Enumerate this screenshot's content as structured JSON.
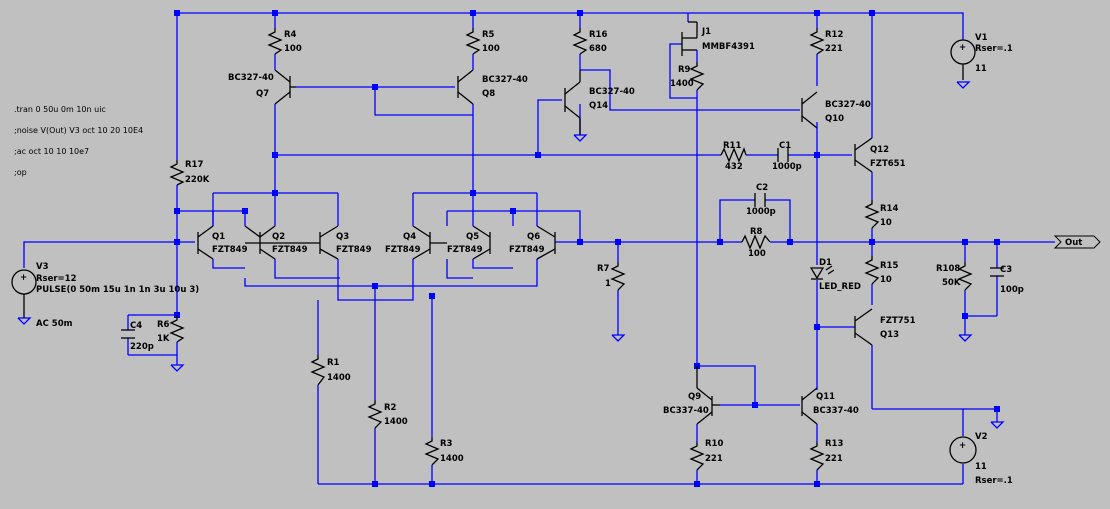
{
  "directives": [
    ".tran 0 50u 0m 10n uic",
    ";noise V(Out) V3 oct 10 20 10E4",
    ";ac oct 10 10 10e7",
    ";op"
  ],
  "components": {
    "R4": {
      "name": "R4",
      "value": "100"
    },
    "R5": {
      "name": "R5",
      "value": "100"
    },
    "R16": {
      "name": "R16",
      "value": "680"
    },
    "J1": {
      "name": "J1",
      "value": "MMBF4391"
    },
    "R9": {
      "name": "R9",
      "value": "1400"
    },
    "R12": {
      "name": "R12",
      "value": "221"
    },
    "V1": {
      "name": "V1",
      "rser": "Rser=.1",
      "value": "11"
    },
    "Q7": {
      "name": "Q7",
      "value": "BC327-40"
    },
    "Q8": {
      "name": "Q8",
      "value": "BC327-40"
    },
    "Q14": {
      "name": "Q14",
      "value": "BC327-40"
    },
    "Q10": {
      "name": "Q10",
      "value": "BC327-40"
    },
    "R17": {
      "name": "R17",
      "value": "220K"
    },
    "R11": {
      "name": "R11",
      "value": "432"
    },
    "C1": {
      "name": "C1",
      "value": "1000p"
    },
    "Q12": {
      "name": "Q12",
      "value": "FZT651"
    },
    "C2": {
      "name": "C2",
      "value": "1000p"
    },
    "R14": {
      "name": "R14",
      "value": "10"
    },
    "Q1": {
      "name": "Q1",
      "value": "FZT849"
    },
    "Q2": {
      "name": "Q2",
      "value": "FZT849"
    },
    "Q3": {
      "name": "Q3",
      "value": "FZT849"
    },
    "Q4": {
      "name": "Q4",
      "value": "FZT849"
    },
    "Q5": {
      "name": "Q5",
      "value": "FZT849"
    },
    "Q6": {
      "name": "Q6",
      "value": "FZT849"
    },
    "R8": {
      "name": "R8",
      "value": "100"
    },
    "V3": {
      "name": "V3",
      "rser": "Rser=12",
      "value": "PULSE(0 50m 15u 1n 1n 3u 10u 3)",
      "ac": "AC 50m"
    },
    "R7": {
      "name": "R7",
      "value": "1"
    },
    "D1": {
      "name": "D1",
      "value": "LED_RED"
    },
    "R15": {
      "name": "R15",
      "value": "10"
    },
    "R108": {
      "name": "R108",
      "value": "50K"
    },
    "C3": {
      "name": "C3",
      "value": "100p"
    },
    "C4": {
      "name": "C4",
      "value": "220p"
    },
    "R6": {
      "name": "R6",
      "value": "1K"
    },
    "Q13": {
      "name": "Q13",
      "value": "FZT751"
    },
    "R1": {
      "name": "R1",
      "value": "1400"
    },
    "R2": {
      "name": "R2",
      "value": "1400"
    },
    "R3": {
      "name": "R3",
      "value": "1400"
    },
    "Q9": {
      "name": "Q9",
      "value": "BC337-40"
    },
    "Q11": {
      "name": "Q11",
      "value": "BC337-40"
    },
    "R10": {
      "name": "R10",
      "value": "221"
    },
    "R13": {
      "name": "R13",
      "value": "221"
    },
    "V2": {
      "name": "V2",
      "value": "11",
      "rser": "Rser=.1"
    }
  },
  "out_label": "Out"
}
